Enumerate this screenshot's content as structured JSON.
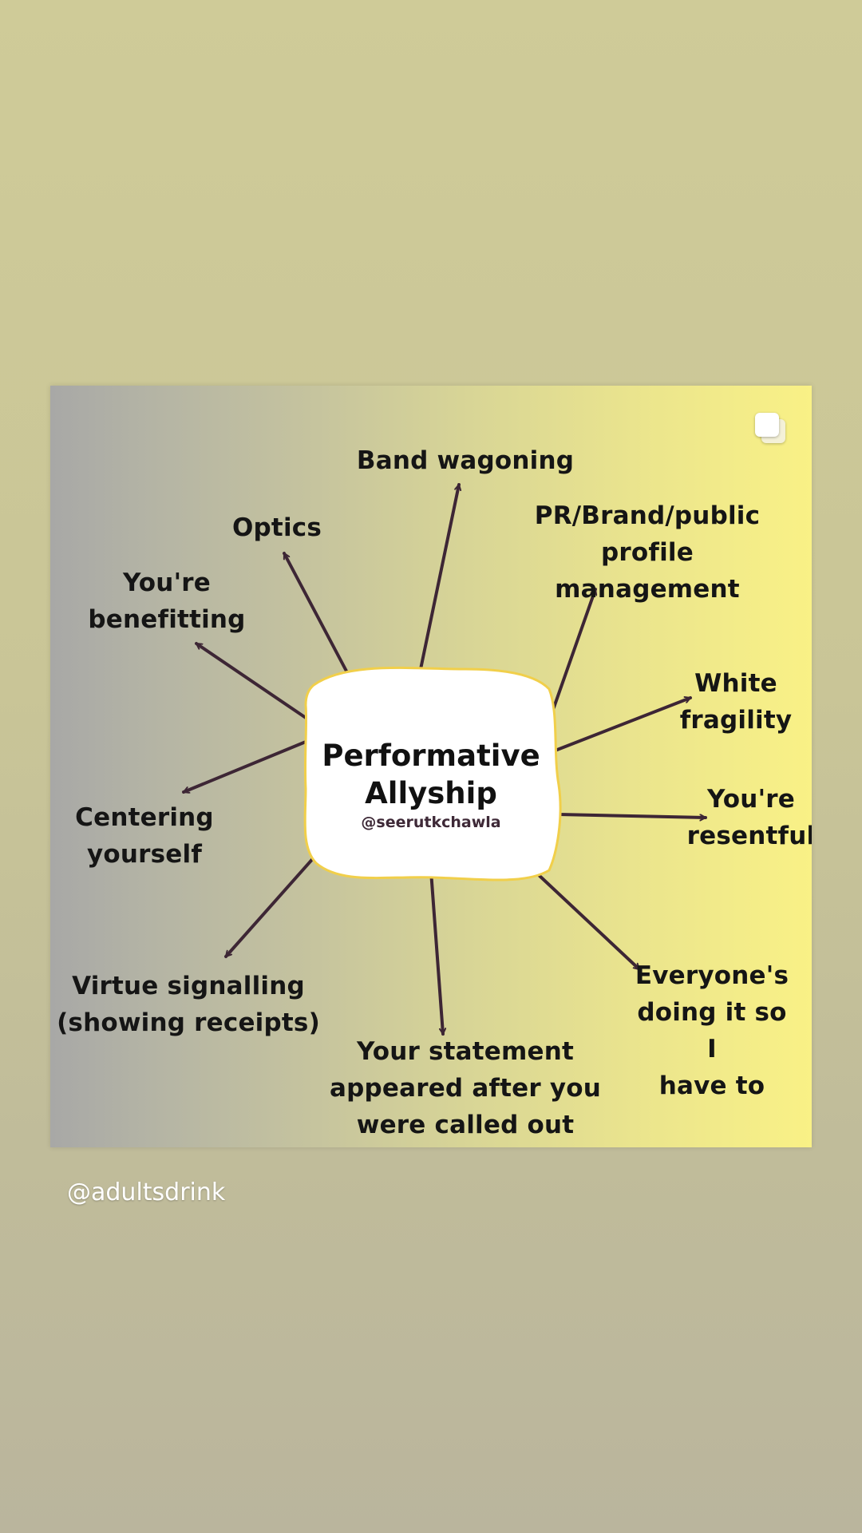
{
  "post": {
    "center": {
      "title": "Performative\nAllyship",
      "handle": "@seerutkchawla"
    },
    "items": [
      "Band wagoning",
      "Optics",
      "PR/Brand/public\nprofile management",
      "You're\nbenefitting",
      "White\nfragility",
      "Centering\nyourself",
      "You're\nresentful",
      "Virtue signalling\n(showing receipts)",
      "Your statement\nappeared after you\nwere called out",
      "Everyone's\ndoing it so I\nhave to"
    ],
    "carousel_icon": "multiple-images-icon"
  },
  "story": {
    "mention": "@adultsdrink"
  },
  "colors": {
    "arrow": "#3d2635",
    "blob_border": "#f1cf4a",
    "text": "#151515"
  }
}
